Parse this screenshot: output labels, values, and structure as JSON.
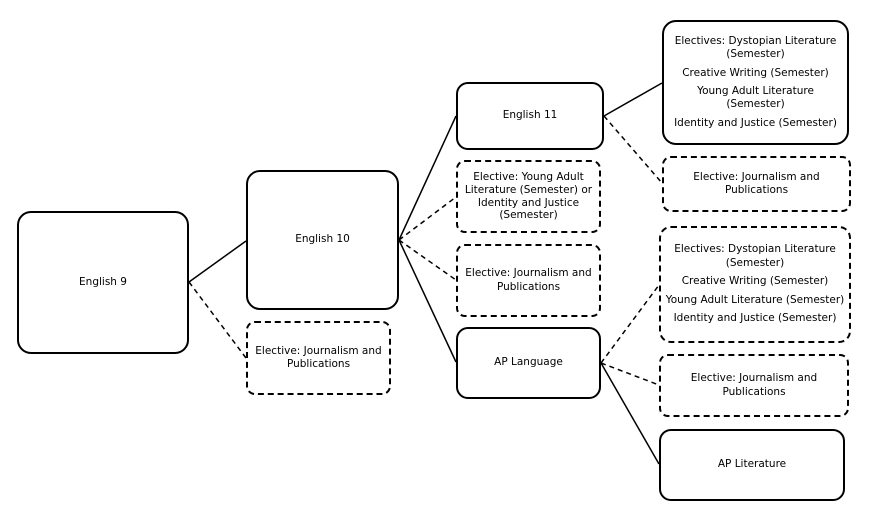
{
  "nodes": {
    "english9": {
      "label": "English 9"
    },
    "english9_elective": {
      "lines": [
        "Elective: Journalism and",
        "Publications"
      ]
    },
    "english10": {
      "label": "English 10"
    },
    "english10_elective_ya": {
      "lines": [
        "Elective: Young Adult",
        "Literature (Semester) or",
        "Identity and Justice",
        "(Semester)"
      ]
    },
    "english10_elective_journalism": {
      "lines": [
        "Elective: Journalism and",
        "Publications"
      ]
    },
    "english11": {
      "label": "English 11"
    },
    "ap_language": {
      "label": "AP Language"
    },
    "english11_electives": {
      "items": [
        "Electives: Dystopian Literature\n(Semester)",
        "Creative Writing (Semester)",
        "Young Adult Literature (Semester)",
        "Identity and Justice (Semester)"
      ]
    },
    "english11_journalism": {
      "label": "Elective: Journalism and Publications"
    },
    "ap_language_electives": {
      "items": [
        "Electives: Dystopian Literature\n(Semester)",
        "Creative Writing (Semester)",
        "Young Adult Literature (Semester)",
        "Identity and Justice (Semester)"
      ]
    },
    "ap_language_journalism": {
      "label": "Elective: Journalism and Publications"
    },
    "ap_literature": {
      "label": "AP Literature"
    }
  },
  "connectors": [
    {
      "from": "english9",
      "to": "english10",
      "style": "solid"
    },
    {
      "from": "english9",
      "to": "english9_elective",
      "style": "dashed"
    },
    {
      "from": "english10",
      "to": "english11",
      "style": "solid"
    },
    {
      "from": "english10",
      "to": "english10_elective_ya",
      "style": "dashed"
    },
    {
      "from": "english10",
      "to": "english10_elective_journalism",
      "style": "dashed"
    },
    {
      "from": "english10",
      "to": "ap_language",
      "style": "solid"
    },
    {
      "from": "english11",
      "to": "english11_electives",
      "style": "solid"
    },
    {
      "from": "english11",
      "to": "english11_journalism",
      "style": "dashed"
    },
    {
      "from": "ap_language",
      "to": "ap_language_electives",
      "style": "dashed"
    },
    {
      "from": "ap_language",
      "to": "ap_language_journalism",
      "style": "dashed"
    },
    {
      "from": "ap_language",
      "to": "ap_literature",
      "style": "solid"
    }
  ]
}
